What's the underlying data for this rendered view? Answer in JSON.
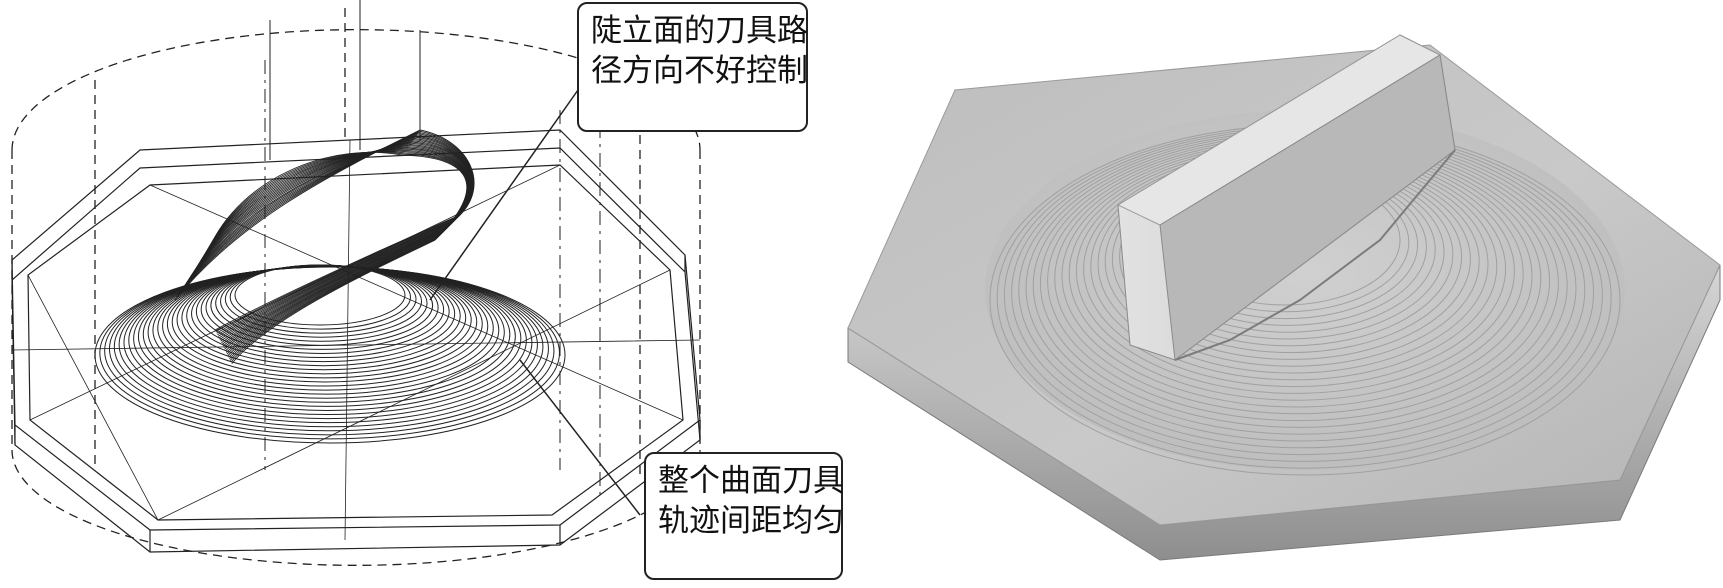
{
  "callouts": {
    "top": {
      "line1": "陡立面的刀具路",
      "line2": "径方向不好控制"
    },
    "bottom": {
      "line1": "整个曲面刀具",
      "line2": "轨迹间距均匀"
    }
  },
  "colors": {
    "line": "#222222",
    "shade_light": "#e8e8e8",
    "shade_dark": "#8a8a8a"
  }
}
